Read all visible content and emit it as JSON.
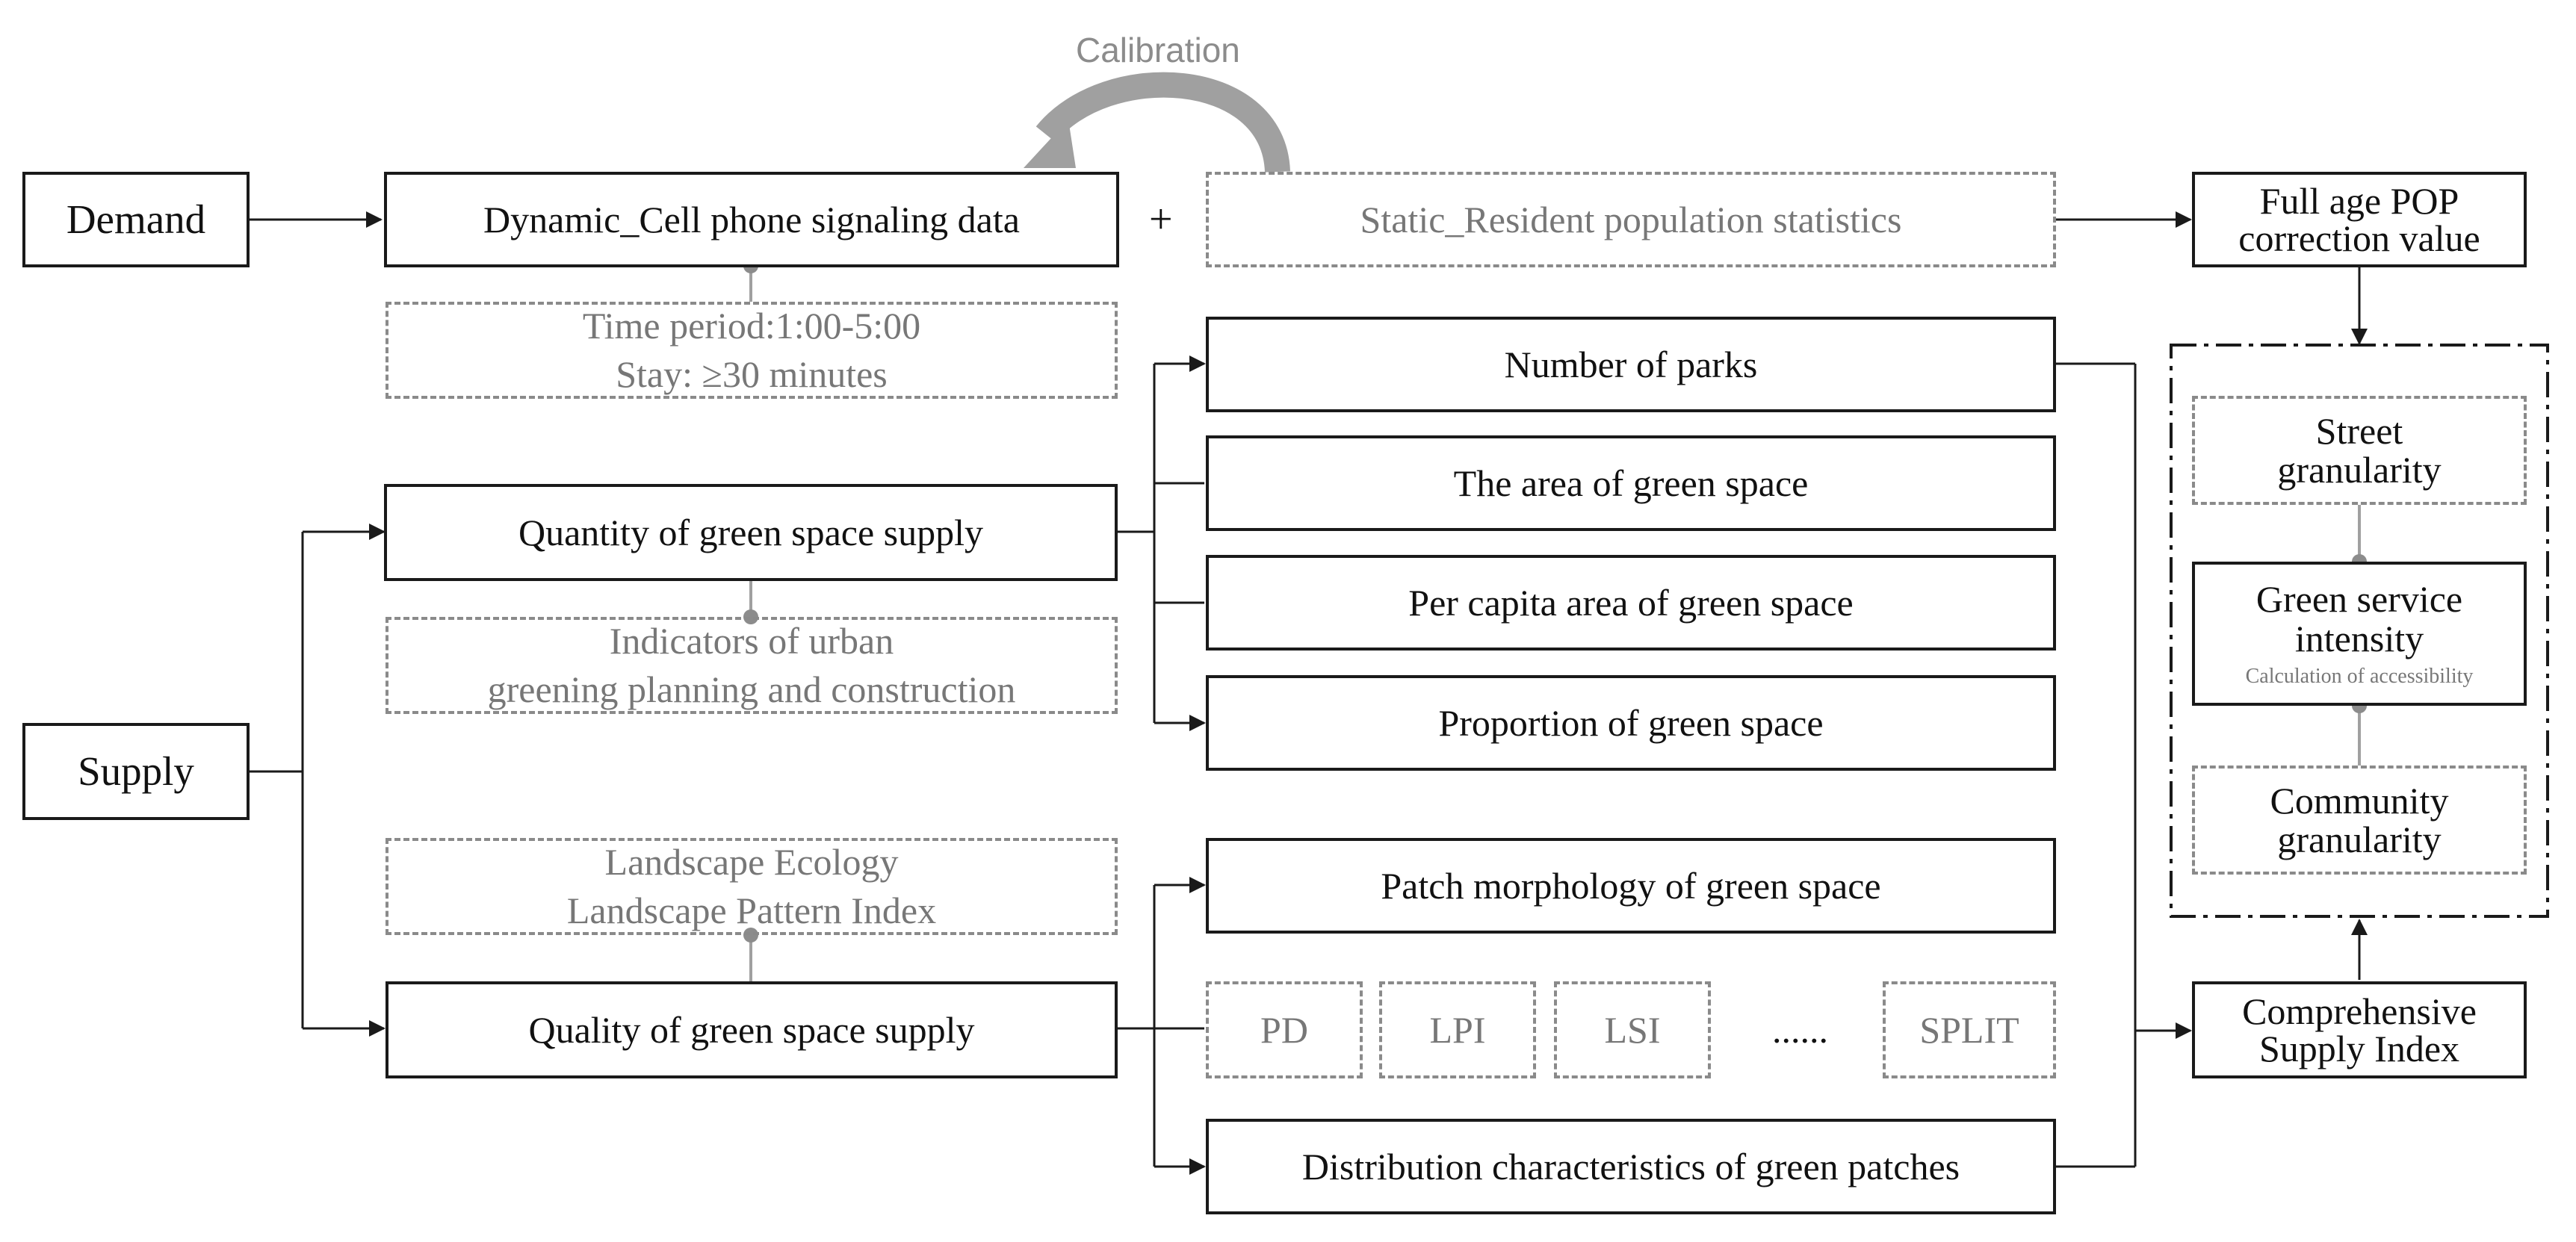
{
  "calibration_label": "Calibration",
  "plus_sign": "+",
  "demand": {
    "label": "Demand",
    "dynamic": "Dynamic_Cell phone signaling data",
    "static": "Static_Resident population statistics",
    "time_period": "Time period:1:00-5:00",
    "stay": "Stay: ≥30 minutes",
    "pop_line1": "Full age POP",
    "pop_line2": "correction value"
  },
  "supply": {
    "label": "Supply",
    "quantity": "Quantity of green space supply",
    "quantity_note_line1": "Indicators of urban",
    "quantity_note_line2": "greening planning and construction",
    "quality": "Quality of green space supply",
    "quality_note_line1": "Landscape Ecology",
    "quality_note_line2": "Landscape Pattern Index",
    "quantity_indicators": [
      "Number of parks",
      "The area of green space",
      "Per capita area of green space",
      "Proportion of green space"
    ],
    "patch_morphology": "Patch morphology of green space",
    "metrics": [
      "PD",
      "LPI",
      "LSI",
      "SPLIT"
    ],
    "ellipsis": "......",
    "distribution": "Distribution characteristics of green patches",
    "csi_line1": "Comprehensive",
    "csi_line2": "Supply Index"
  },
  "result": {
    "street_line1": "Street",
    "street_line2": "granularity",
    "gsi_line1": "Green service",
    "gsi_line2": "intensity",
    "gsi_sub": "Calculation of accessibility",
    "community_line1": "Community",
    "community_line2": "granularity"
  },
  "colors": {
    "solid_border": "#1a1a1a",
    "dashed_border": "#8a8a8a",
    "calibration_arrow": "#9a9a9a",
    "connector_dot": "#8c8c8c"
  }
}
